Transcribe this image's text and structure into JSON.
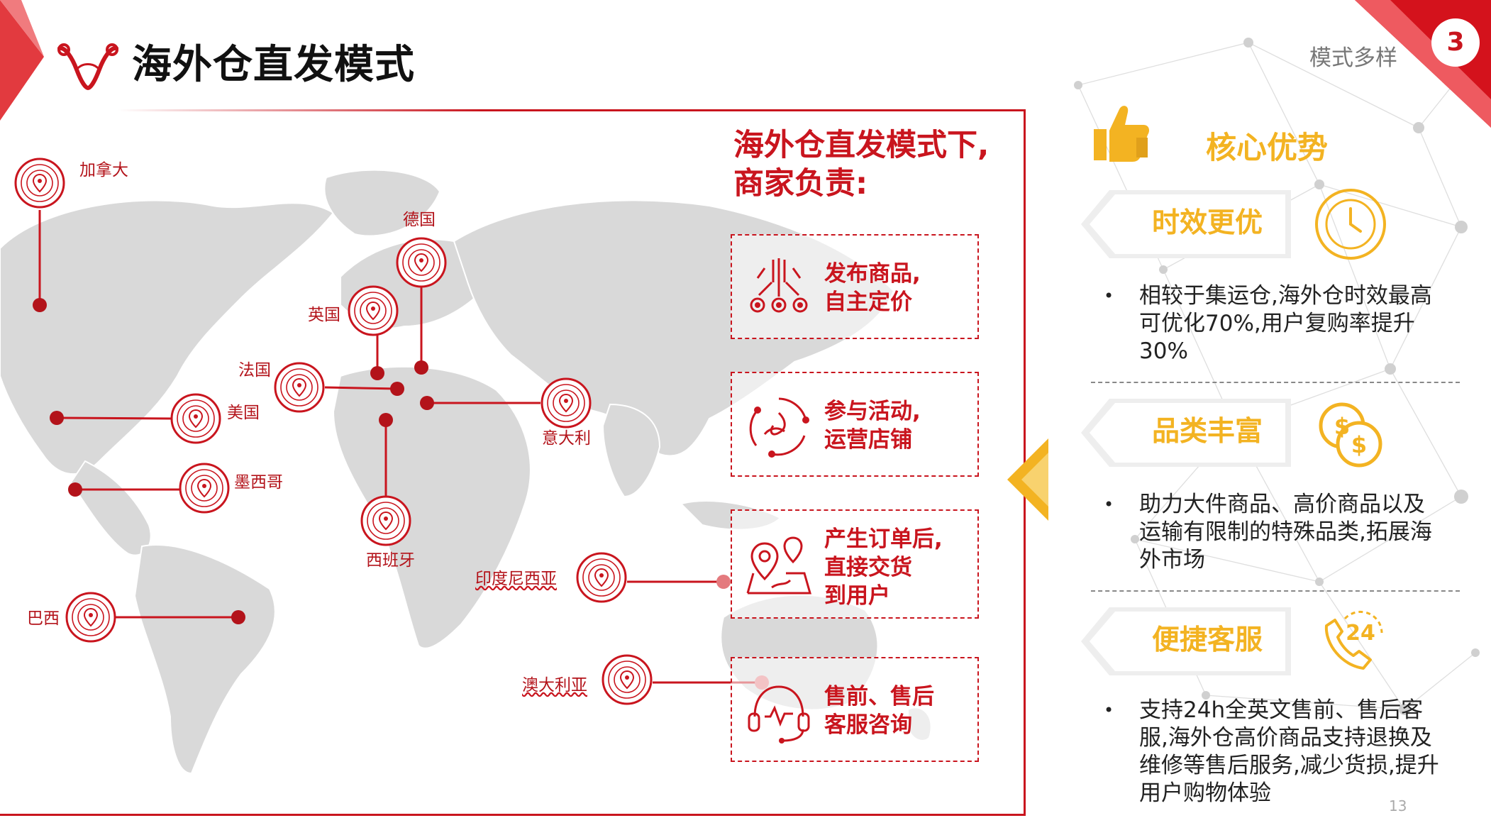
{
  "header": {
    "title": "海外仓直发模式",
    "tagline": "模式多样",
    "page_badge": "3"
  },
  "map": {
    "countries": [
      {
        "name": "加拿大"
      },
      {
        "name": "德国"
      },
      {
        "name": "英国"
      },
      {
        "name": "法国"
      },
      {
        "name": "美国"
      },
      {
        "name": "意大利"
      },
      {
        "name": "墨西哥"
      },
      {
        "name": "西班牙"
      },
      {
        "name": "印度尼西亚"
      },
      {
        "name": "巴西"
      },
      {
        "name": "澳大利亚"
      }
    ]
  },
  "responsibilities": {
    "heading": "海外仓直发模式下,\n商家负责:",
    "items": [
      {
        "text": "发布商品,\n自主定价",
        "icon": "funnel-flow-icon"
      },
      {
        "text": "参与活动,\n运营店铺",
        "icon": "cycle-icon"
      },
      {
        "text": "产生订单后,\n直接交货\n到用户",
        "icon": "map-pin-route-icon"
      },
      {
        "text": "售前、售后\n客服咨询",
        "icon": "headset-icon"
      }
    ]
  },
  "advantages": {
    "title": "核心优势",
    "items": [
      {
        "label": "时效更优",
        "icon": "clock-icon",
        "desc": "相较于集运仓,海外仓时效最高可优化70%,用户复购率提升30%"
      },
      {
        "label": "品类丰富",
        "icon": "coins-icon",
        "desc": "助力大件商品、高价商品以及运输有限制的特殊品类,拓展海外市场"
      },
      {
        "label": "便捷客服",
        "icon": "phone-24h-icon",
        "desc": "支持24h全英文售前、售后客服,海外仓高价商品支持退换及维修等售后服务,减少货损,提升用户购物体验"
      }
    ]
  },
  "footer": {
    "page_number": "13"
  },
  "colors": {
    "primary_red": "#c9151e",
    "gold": "#f3b322",
    "map_gray": "#d9d9d9"
  }
}
